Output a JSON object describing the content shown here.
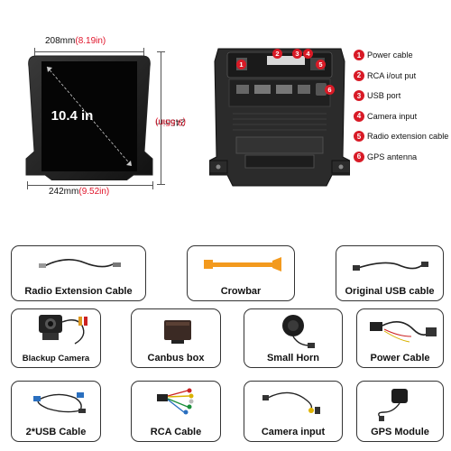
{
  "dimensions": {
    "top_mm": "208mm",
    "top_in": "(8.19in)",
    "bottom_mm": "242mm",
    "bottom_in": "(9.52in)",
    "height_mm": "245mm",
    "height_in": "(9.65in)",
    "screen_size": "10.4 in"
  },
  "ports": [
    {
      "num": "1",
      "label": "Power cable"
    },
    {
      "num": "2",
      "label": "RCA i/out put"
    },
    {
      "num": "3",
      "label": "USB port"
    },
    {
      "num": "4",
      "label": "Camera input"
    },
    {
      "num": "5",
      "label": "Radio extension cable"
    },
    {
      "num": "6",
      "label": "GPS antenna"
    }
  ],
  "accessories": [
    {
      "label": "Radio Extension Cable",
      "icon": "radio-extension-cable-icon"
    },
    {
      "label": "Crowbar",
      "icon": "crowbar-icon"
    },
    {
      "label": "Original USB cable",
      "icon": "usb-cable-icon"
    },
    {
      "label": "Blackup Camera",
      "icon": "backup-camera-icon"
    },
    {
      "label": "Canbus box",
      "icon": "canbus-box-icon"
    },
    {
      "label": "Small Horn",
      "icon": "small-horn-icon"
    },
    {
      "label": "Power Cable",
      "icon": "power-cable-icon"
    },
    {
      "label": "2*USB Cable",
      "icon": "dual-usb-cable-icon"
    },
    {
      "label": "RCA Cable",
      "icon": "rca-cable-icon"
    },
    {
      "label": "Camera input",
      "icon": "camera-input-cable-icon"
    },
    {
      "label": "GPS Module",
      "icon": "gps-module-icon"
    }
  ],
  "colors": {
    "accent_red": "#e0142a",
    "badge_red": "#d81a26",
    "crowbar_orange": "#f39a1e"
  }
}
